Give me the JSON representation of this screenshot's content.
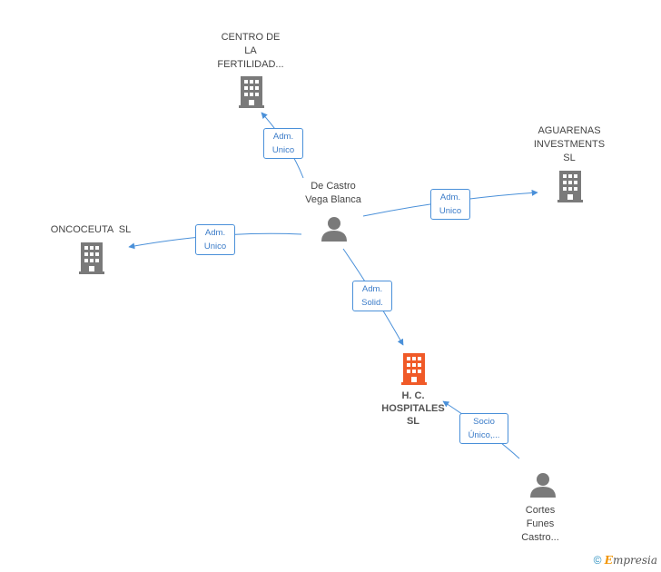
{
  "nodes": {
    "centro": {
      "label": [
        "CENTRO DE",
        "LA",
        "FERTILIDAD..."
      ]
    },
    "aguarenas": {
      "label": [
        "AGUARENAS",
        "INVESTMENTS",
        "SL"
      ]
    },
    "oncoceuta": {
      "label": [
        "ONCOCEUTA  SL"
      ]
    },
    "hc": {
      "label": [
        "H. C.",
        "HOSPITALES",
        "SL"
      ]
    },
    "decastro": {
      "label": [
        "De Castro",
        "Vega Blanca"
      ]
    },
    "cortes": {
      "label": [
        "Cortes",
        "Funes",
        "Castro..."
      ]
    }
  },
  "edges": {
    "e1": [
      "Adm.",
      "Unico"
    ],
    "e2": [
      "Adm.",
      "Unico"
    ],
    "e3": [
      "Adm.",
      "Unico"
    ],
    "e4": [
      "Adm.",
      "Solid."
    ],
    "e5": [
      "Socio",
      "Único,..."
    ]
  },
  "footer": {
    "copyright": "©",
    "brand_e": "E",
    "brand_rest": "mpresia"
  },
  "colors": {
    "edge": "#4a90d9",
    "company": "#7a7a7a",
    "main_company": "#f05a28",
    "person": "#7a7a7a"
  }
}
